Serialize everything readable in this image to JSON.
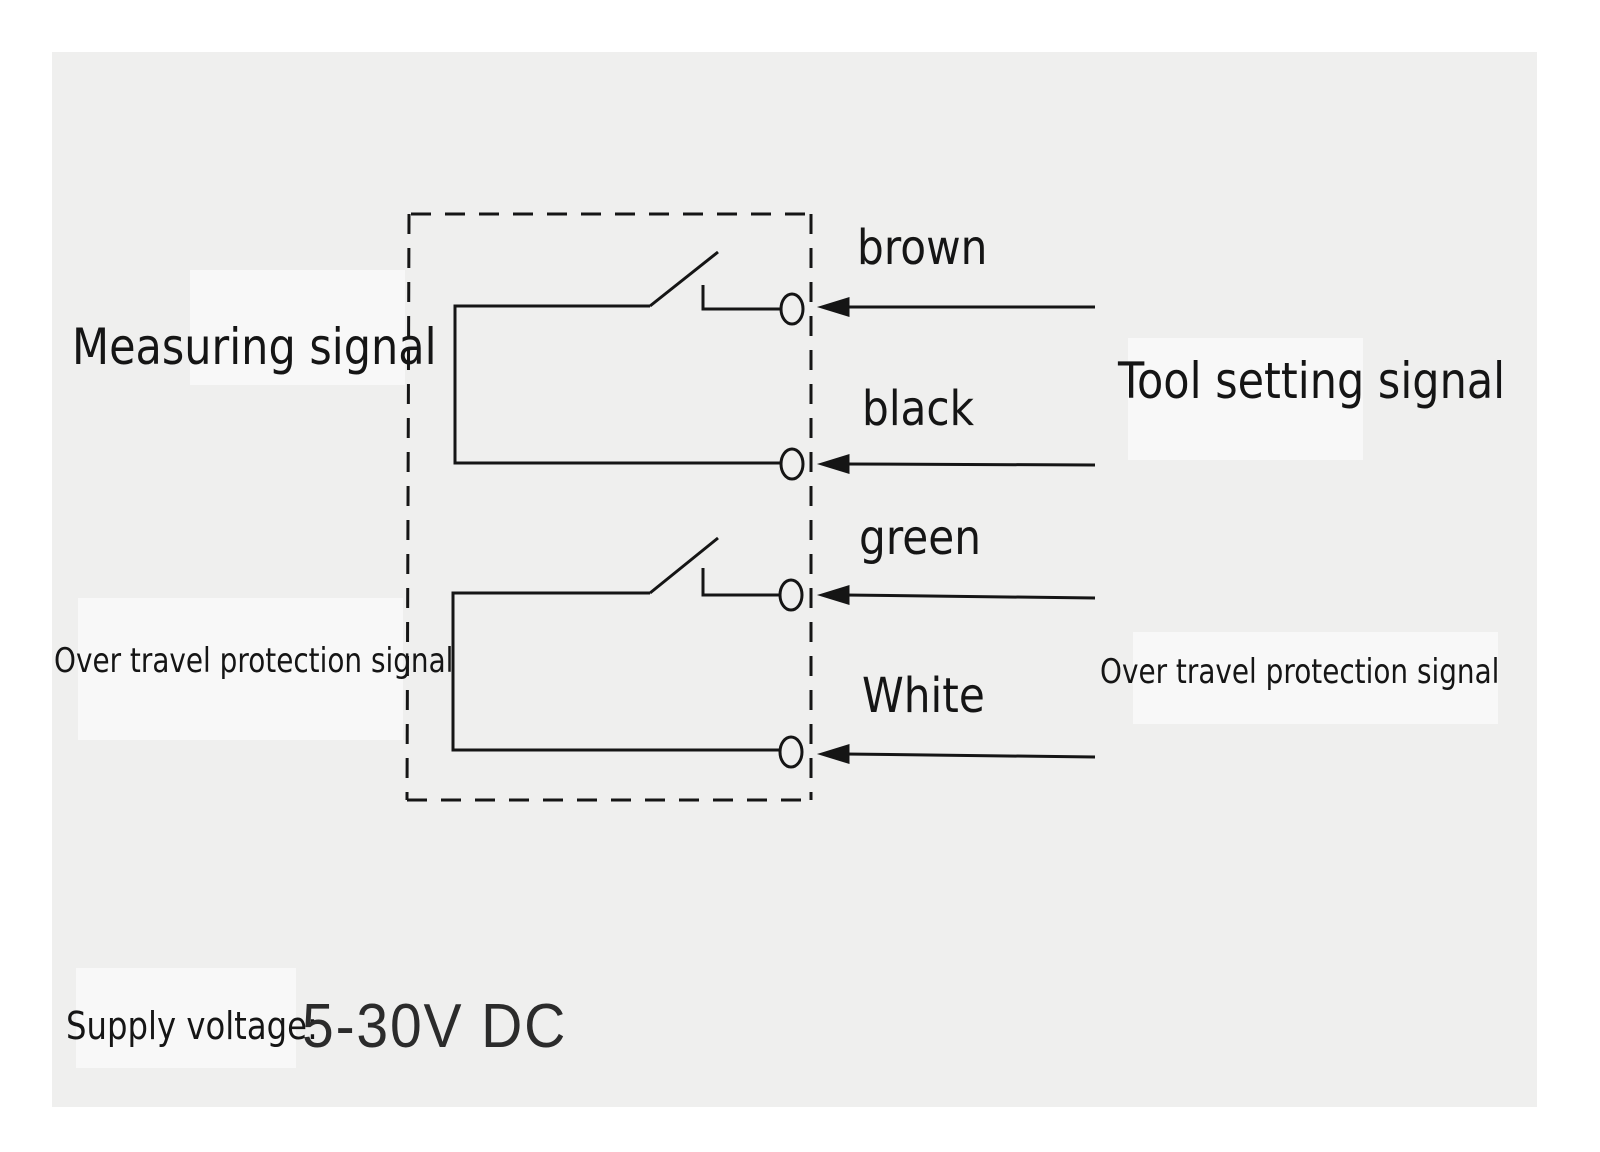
{
  "wires": [
    {
      "label": "brown"
    },
    {
      "label": "black"
    },
    {
      "label": "green"
    },
    {
      "label": "White"
    }
  ],
  "left_labels": {
    "measuring": "Measuring signal",
    "over_travel": "Over travel protection signal"
  },
  "right_labels": {
    "tool_setting": "Tool setting signal",
    "over_travel": "Over travel protection signal"
  },
  "supply": {
    "label": "Supply voltage:",
    "value": "5-30V DC"
  },
  "colors": {
    "ink": "#151515",
    "paper": "#efefee"
  }
}
